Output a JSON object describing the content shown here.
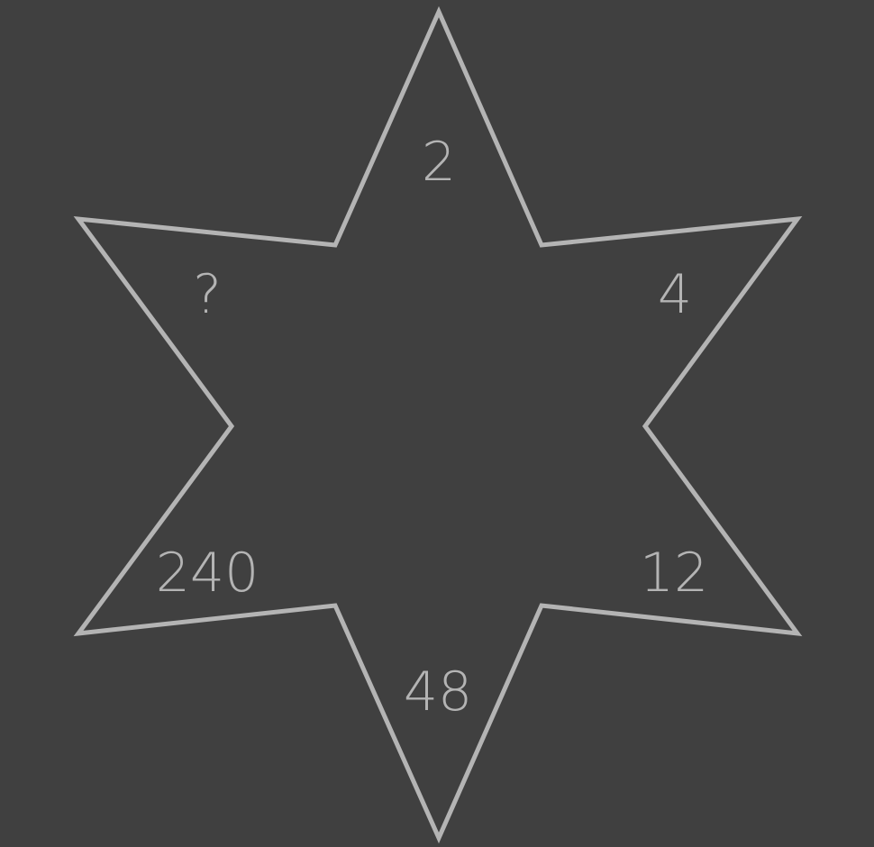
{
  "colors": {
    "background": "#404040",
    "stroke": "#b4b4b4",
    "text": "#b4b4b4"
  },
  "star": {
    "points": 6,
    "labels": {
      "top": "2",
      "upper_right": "4",
      "lower_right": "12",
      "bottom": "48",
      "lower_left": "240",
      "upper_left": "?"
    }
  }
}
